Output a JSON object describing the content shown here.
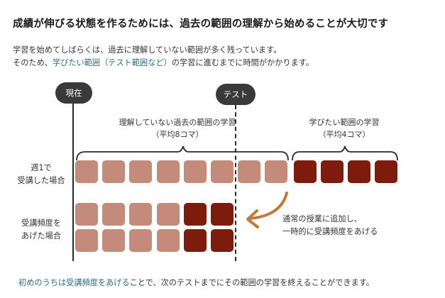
{
  "headline": "成績が伸びる状態を作るためには、過去の範囲の理解から始めることが大切です",
  "intro": {
    "line1": "学習を始めてしばらくは、過去に理解していない範囲が多く残っています。",
    "line2_prefix": "そのため、",
    "line2_highlight": "学びたい範囲（テスト範囲など）",
    "line2_suffix": "の学習に進むまでに時間がかかります。"
  },
  "markers": {
    "now": "現在",
    "test": "テスト"
  },
  "groups": {
    "past_line1": "理解していない過去の範囲の学習",
    "past_line2": "（平均8コマ）",
    "learn_line1": "学びたい範囲の学習",
    "learn_line2": "（平均4コマ）"
  },
  "rows": {
    "weekly_line1": "週1で",
    "weekly_line2": "受講した場合",
    "freq_line1": "受講頻度を",
    "freq_line2": "あげた場合"
  },
  "weekly_blocks": {
    "past_count": 8,
    "learn_count": 4
  },
  "freq_blocks": {
    "rows": [
      {
        "past_count": 4,
        "learn_count": 2
      },
      {
        "past_count": 4,
        "learn_count": 2
      }
    ]
  },
  "note": {
    "line1": "通常の授業に追加し、",
    "line2": "一時的に受講頻度をあげる"
  },
  "footer": {
    "highlight": "初めのうちは受講頻度をあげる",
    "rest": "ことで、次のテストまでにその範囲の学習を終えることができます。"
  },
  "colors": {
    "past_block": "#c48b7b",
    "learn_block": "#7d1c0c",
    "arrow": "#c27a3a",
    "highlight_text": "#2a6b7c",
    "marker_pill": "#3a3a3a"
  }
}
